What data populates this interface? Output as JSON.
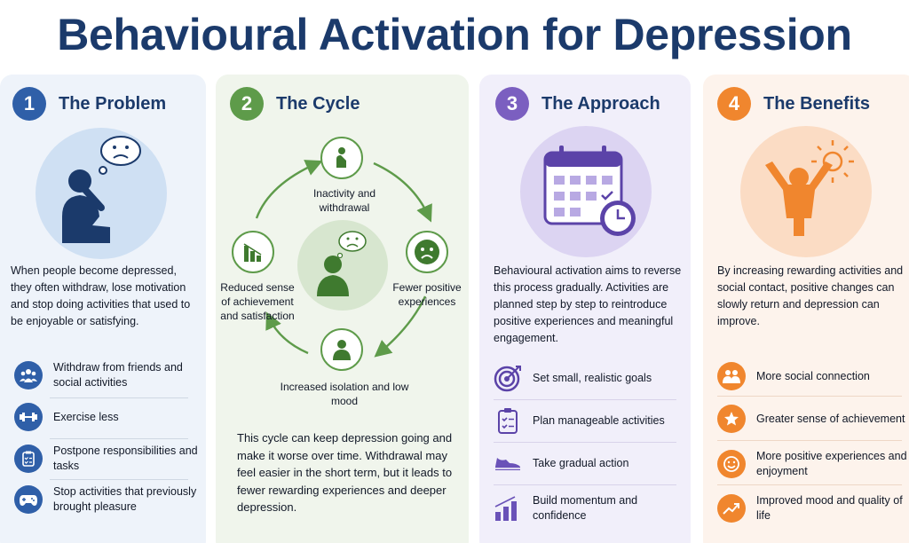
{
  "title": "Behavioural Activation for Depression",
  "colors": {
    "blue": "#2f5fa8",
    "green": "#5e9b4a",
    "purple": "#7b5fc0",
    "orange": "#f0862e",
    "navy": "#1b3a6b"
  },
  "panels": [
    {
      "number": "1",
      "heading": "The Problem",
      "icon": "sad-person-thought-icon",
      "text": "When people become depressed, they often withdraw, lose motivation and stop doing activities that used to be enjoyable or satisfying.",
      "items": [
        {
          "icon": "group-icon",
          "label": "Withdraw from friends and social activities"
        },
        {
          "icon": "dumbbell-icon",
          "label": "Exercise less"
        },
        {
          "icon": "clipboard-icon",
          "label": "Postpone responsibilities and tasks"
        },
        {
          "icon": "gamepad-icon",
          "label": "Stop activities that previously brought pleasure"
        }
      ]
    },
    {
      "number": "2",
      "heading": "The Cycle",
      "cycle": [
        {
          "icon": "sitting-person-icon",
          "label": "Inactivity and withdrawal"
        },
        {
          "icon": "sad-face-icon",
          "label": "Fewer positive experiences"
        },
        {
          "icon": "person-icon",
          "label": "Increased isolation and low mood"
        },
        {
          "icon": "declining-bars-icon",
          "label": "Reduced sense of achievement and satisfaction"
        }
      ],
      "text": "This cycle can keep depression going and make it worse over time. Withdrawal may feel easier in the short term, but it leads to fewer rewarding experiences and deeper depression."
    },
    {
      "number": "3",
      "heading": "The Approach",
      "icon": "calendar-clock-icon",
      "text": "Behavioural activation aims to reverse this process gradually. Activities are planned step by step to reintroduce positive experiences and meaningful engagement.",
      "items": [
        {
          "icon": "target-icon",
          "label": "Set small, realistic goals"
        },
        {
          "icon": "checklist-icon",
          "label": "Plan manageable activities"
        },
        {
          "icon": "sneaker-icon",
          "label": "Take gradual action"
        },
        {
          "icon": "rising-bars-icon",
          "label": "Build momentum and confidence"
        }
      ]
    },
    {
      "number": "4",
      "heading": "The Benefits",
      "icon": "happy-person-sun-icon",
      "text": "By increasing rewarding activities and social contact, positive changes can slowly return and depression can improve.",
      "items": [
        {
          "icon": "people-icon",
          "label": "More social connection"
        },
        {
          "icon": "star-icon",
          "label": "Greater sense of achievement"
        },
        {
          "icon": "smile-icon",
          "label": "More positive experiences and enjoyment"
        },
        {
          "icon": "trend-up-icon",
          "label": "Improved mood and quality of life"
        }
      ]
    }
  ]
}
